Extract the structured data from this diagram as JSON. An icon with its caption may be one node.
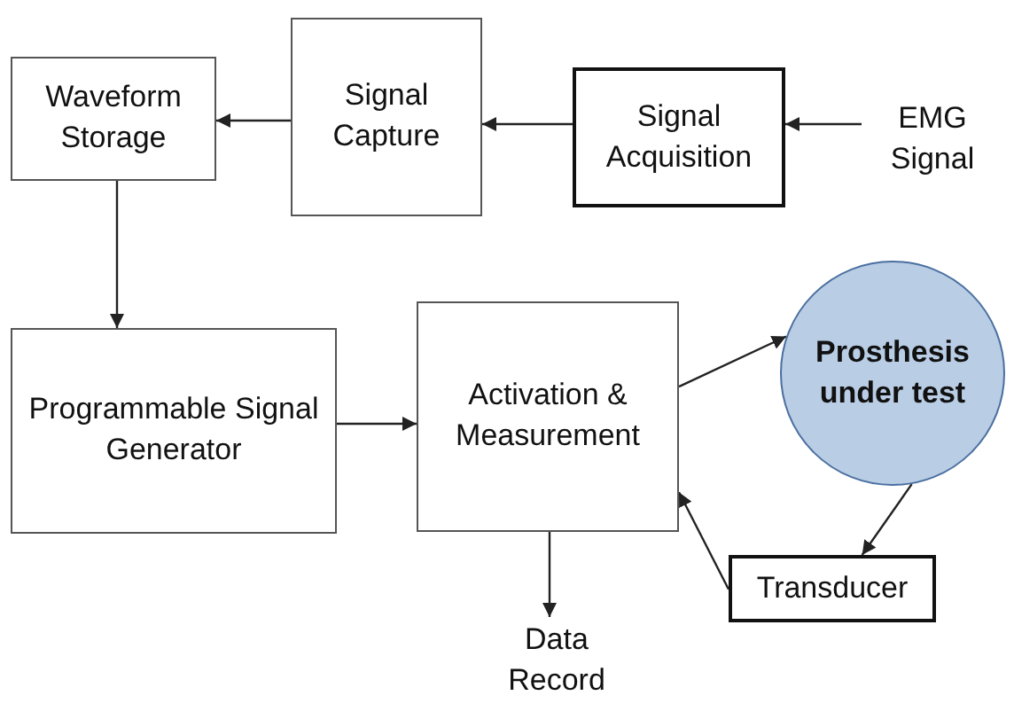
{
  "diagram": {
    "nodes": [
      {
        "text": [
          "Waveform Storage"
        ]
      },
      {
        "text": [
          "Signal Capture"
        ]
      },
      {
        "text": [
          "Signal Acquisition"
        ]
      },
      {
        "text": [
          "EMG Signal"
        ]
      },
      {
        "text": [
          "Programmable Signal Generator"
        ]
      },
      {
        "text": [
          "Activation & Measurement"
        ]
      },
      {
        "text": [
          "Prosthesis under test"
        ]
      },
      {
        "text": [
          "Transducer"
        ]
      },
      {
        "text": [
          "Data Record"
        ]
      }
    ],
    "edges": [
      {
        "from": 3,
        "to": 2,
        "arrow": "to"
      },
      {
        "from": 2,
        "to": 1,
        "arrow": "to"
      },
      {
        "from": 1,
        "to": 0,
        "arrow": "to"
      },
      {
        "from": 0,
        "to": 4,
        "arrow": "to"
      },
      {
        "from": 4,
        "to": 5,
        "arrow": "to"
      },
      {
        "from": 5,
        "to": 6,
        "arrow": "to"
      },
      {
        "from": 6,
        "to": 7,
        "arrow": "to"
      },
      {
        "from": 7,
        "to": 5,
        "arrow": "to"
      },
      {
        "from": 5,
        "to": 8,
        "arrow": "to"
      }
    ]
  }
}
